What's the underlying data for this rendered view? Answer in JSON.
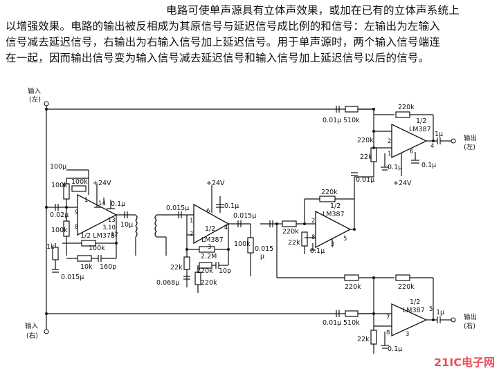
{
  "description": {
    "line1": "电路可使单声源具有立体声效果，或加在已有的立体声系统上",
    "line2": "以增强效果。电路的输出被反相成为其原信号与延迟信号成比例的和信号：左输出为左输入",
    "line3": "信号减去延迟信号，右输出为右输入信号加上延迟信号。用于单声源时，两个输入信号端连",
    "line4": "在一起，因而输出信号变为输入信号减去延迟信号和输入信号加上延迟信号以后的信号。"
  },
  "circuit": {
    "input_left": "输入",
    "input_left_side": "(左)",
    "input_right": "输入",
    "input_right_side": "(右)",
    "output_left": "输出",
    "output_left_side": "(左)",
    "output_right": "输出",
    "output_right_side": "(右)",
    "ic_main": "1/2 LM378",
    "ic_half": "1/2",
    "ic_lm387": "LM387",
    "supply": "+24V",
    "values": {
      "c_001": "0.01μ",
      "r_510k": "510k",
      "r_220k": "220k",
      "r_22k": "22k",
      "c_01": "0.1μ",
      "c_1": "1μ",
      "c_100": "100μ",
      "r_100k": "100k",
      "c_002": "0.02μ",
      "r_1k": "1k",
      "c_0015": "0.015μ",
      "r_10k": "10k",
      "c_160p": "160p",
      "c_10": "10μ",
      "r_22M": "2.2M",
      "c_10p": "10p",
      "c_0068": "0.068μ",
      "c_0015b": "0.015",
      "c_mu": "μ"
    }
  },
  "watermark": "21IC电子网"
}
